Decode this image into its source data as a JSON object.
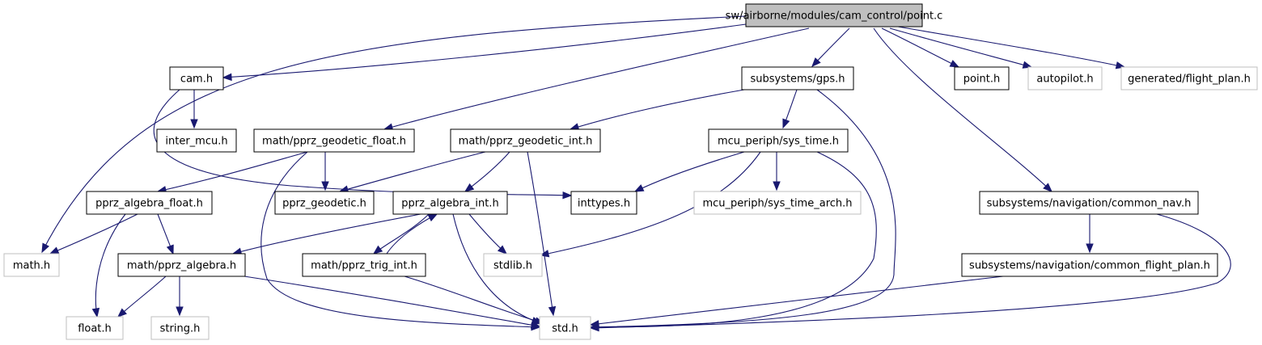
{
  "nodes": [
    {
      "id": "root",
      "label": "sw/airborne/modules/cam_control/point.c",
      "style": "root"
    },
    {
      "id": "cam",
      "label": "cam.h",
      "style": "normal"
    },
    {
      "id": "gps",
      "label": "subsystems/gps.h",
      "style": "normal"
    },
    {
      "id": "point",
      "label": "point.h",
      "style": "normal"
    },
    {
      "id": "autopilot",
      "label": "autopilot.h",
      "style": "missing"
    },
    {
      "id": "flightplan",
      "label": "generated/flight_plan.h",
      "style": "missing"
    },
    {
      "id": "inter_mcu",
      "label": "inter_mcu.h",
      "style": "normal"
    },
    {
      "id": "geo_float",
      "label": "math/pprz_geodetic_float.h",
      "style": "normal"
    },
    {
      "id": "geo_int",
      "label": "math/pprz_geodetic_int.h",
      "style": "normal"
    },
    {
      "id": "sys_time",
      "label": "mcu_periph/sys_time.h",
      "style": "normal"
    },
    {
      "id": "alg_float",
      "label": "pprz_algebra_float.h",
      "style": "normal"
    },
    {
      "id": "geodetic",
      "label": "pprz_geodetic.h",
      "style": "normal"
    },
    {
      "id": "alg_int",
      "label": "pprz_algebra_int.h",
      "style": "normal"
    },
    {
      "id": "inttypes",
      "label": "inttypes.h",
      "style": "normal"
    },
    {
      "id": "sys_time_arch",
      "label": "mcu_periph/sys_time_arch.h",
      "style": "missing"
    },
    {
      "id": "common_nav",
      "label": "subsystems/navigation/common_nav.h",
      "style": "normal"
    },
    {
      "id": "math",
      "label": "math.h",
      "style": "missing"
    },
    {
      "id": "alg",
      "label": "math/pprz_algebra.h",
      "style": "normal"
    },
    {
      "id": "trig_int",
      "label": "math/pprz_trig_int.h",
      "style": "normal"
    },
    {
      "id": "stdlib",
      "label": "stdlib.h",
      "style": "missing"
    },
    {
      "id": "common_fp",
      "label": "subsystems/navigation/common_flight_plan.h",
      "style": "normal"
    },
    {
      "id": "float",
      "label": "float.h",
      "style": "missing"
    },
    {
      "id": "string",
      "label": "string.h",
      "style": "missing"
    },
    {
      "id": "std",
      "label": "std.h",
      "style": "missing"
    }
  ],
  "edges": [
    {
      "from": "root",
      "to": "math"
    },
    {
      "from": "root",
      "to": "cam"
    },
    {
      "from": "root",
      "to": "geo_float"
    },
    {
      "from": "root",
      "to": "gps"
    },
    {
      "from": "root",
      "to": "point"
    },
    {
      "from": "root",
      "to": "autopilot"
    },
    {
      "from": "root",
      "to": "flightplan"
    },
    {
      "from": "root",
      "to": "common_nav"
    },
    {
      "from": "cam",
      "to": "inter_mcu"
    },
    {
      "from": "cam",
      "to": "inttypes"
    },
    {
      "from": "gps",
      "to": "geo_int"
    },
    {
      "from": "gps",
      "to": "sys_time"
    },
    {
      "from": "gps",
      "to": "std"
    },
    {
      "from": "geo_float",
      "to": "alg_float"
    },
    {
      "from": "geo_float",
      "to": "geodetic"
    },
    {
      "from": "geo_float",
      "to": "std"
    },
    {
      "from": "geo_int",
      "to": "geodetic"
    },
    {
      "from": "geo_int",
      "to": "alg_int"
    },
    {
      "from": "geo_int",
      "to": "std"
    },
    {
      "from": "sys_time",
      "to": "inttypes"
    },
    {
      "from": "sys_time",
      "to": "sys_time_arch"
    },
    {
      "from": "sys_time",
      "to": "stdlib"
    },
    {
      "from": "sys_time",
      "to": "std"
    },
    {
      "from": "alg_float",
      "to": "math"
    },
    {
      "from": "alg_float",
      "to": "alg"
    },
    {
      "from": "alg_float",
      "to": "float"
    },
    {
      "from": "alg_int",
      "to": "alg"
    },
    {
      "from": "alg_int",
      "to": "trig_int"
    },
    {
      "from": "alg_int",
      "to": "stdlib"
    },
    {
      "from": "alg_int",
      "to": "std"
    },
    {
      "from": "trig_int",
      "to": "alg_int"
    },
    {
      "from": "trig_int",
      "to": "std"
    },
    {
      "from": "alg",
      "to": "float"
    },
    {
      "from": "alg",
      "to": "string"
    },
    {
      "from": "alg",
      "to": "std"
    },
    {
      "from": "common_nav",
      "to": "common_fp"
    },
    {
      "from": "common_nav",
      "to": "std"
    },
    {
      "from": "common_fp",
      "to": "std"
    }
  ],
  "colors": {
    "edge": "#191970",
    "root_fill": "#bfbfbf",
    "node_border": "#000000",
    "missing_border": "#bfbfbf",
    "text": "#000000"
  }
}
